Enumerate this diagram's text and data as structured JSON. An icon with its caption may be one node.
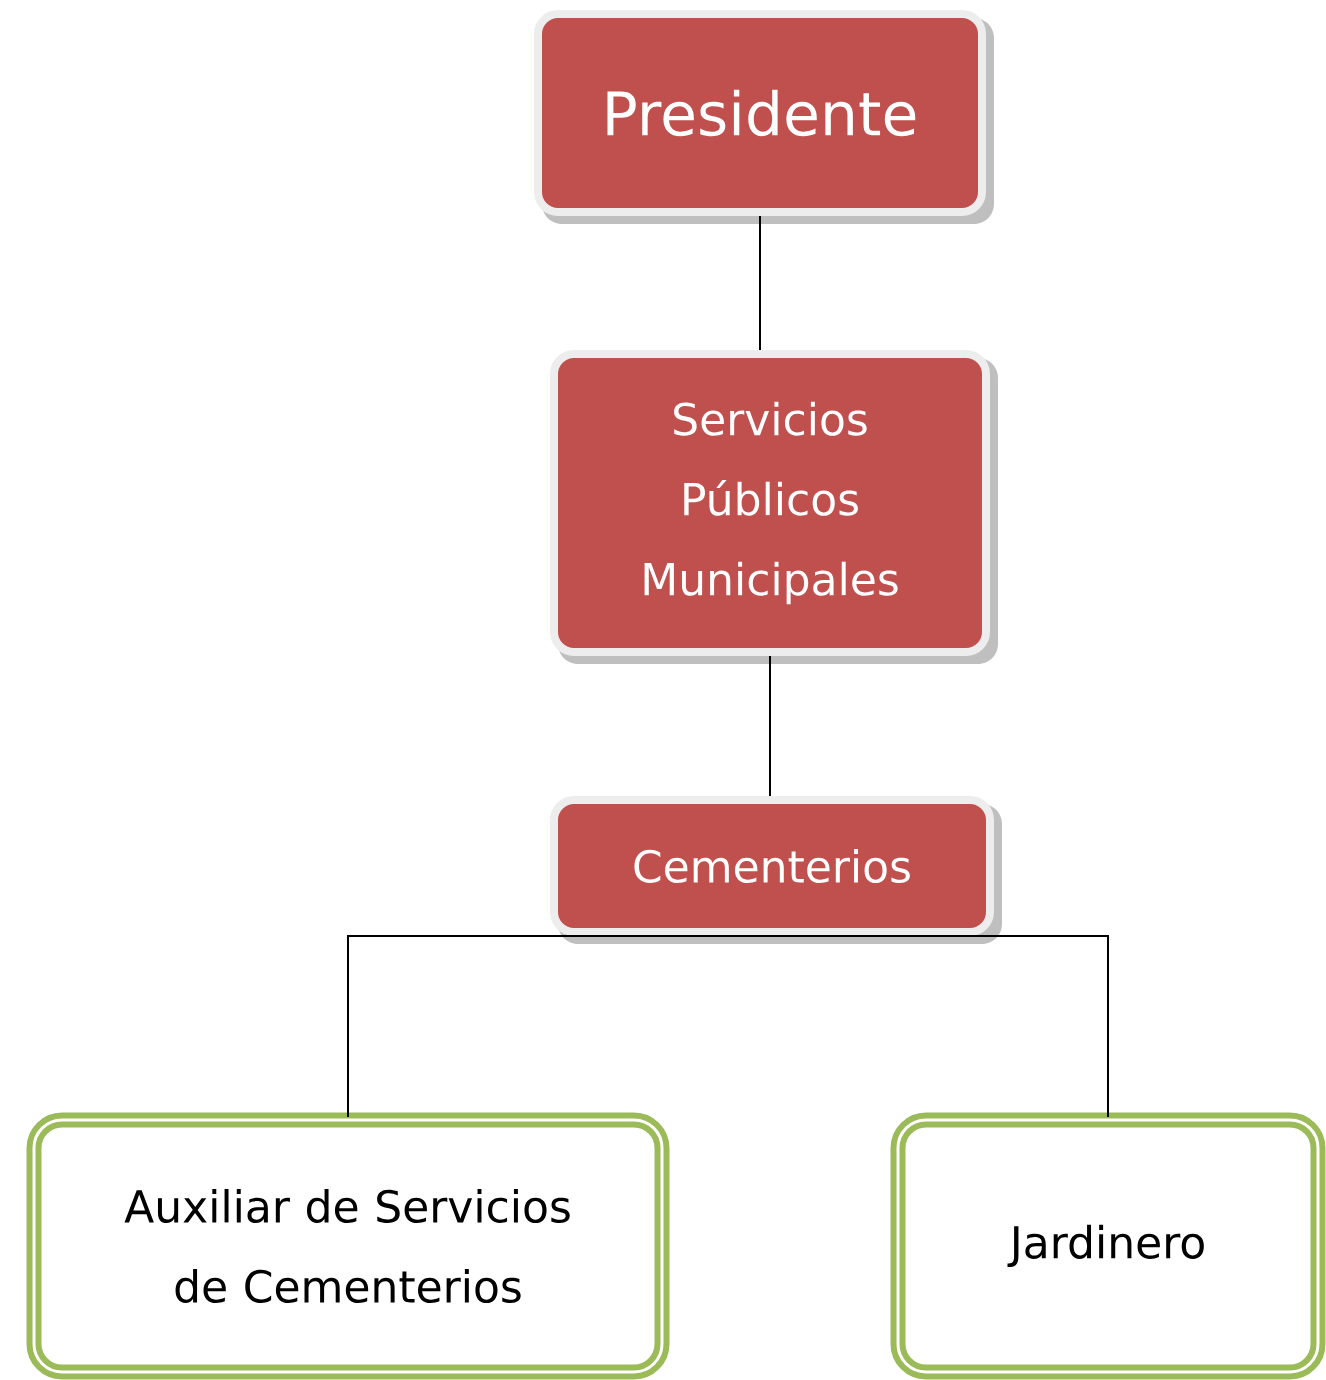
{
  "diagram": {
    "nodes": [
      {
        "text": [
          "Presidente"
        ]
      },
      {
        "text": [
          "Servicios Públicos Municipales"
        ]
      },
      {
        "text": [
          "Cementerios"
        ]
      },
      {
        "text": [
          "Auxiliar de Servicios de Cementerios"
        ]
      },
      {
        "text": [
          "Jardinero"
        ]
      }
    ],
    "edges": [
      {
        "from": 0,
        "to": 1,
        "arrow": "none"
      },
      {
        "from": 1,
        "to": 2,
        "arrow": "none"
      },
      {
        "from": 2,
        "to": 3,
        "arrow": "none"
      },
      {
        "from": 2,
        "to": 4,
        "arrow": "none"
      }
    ]
  }
}
